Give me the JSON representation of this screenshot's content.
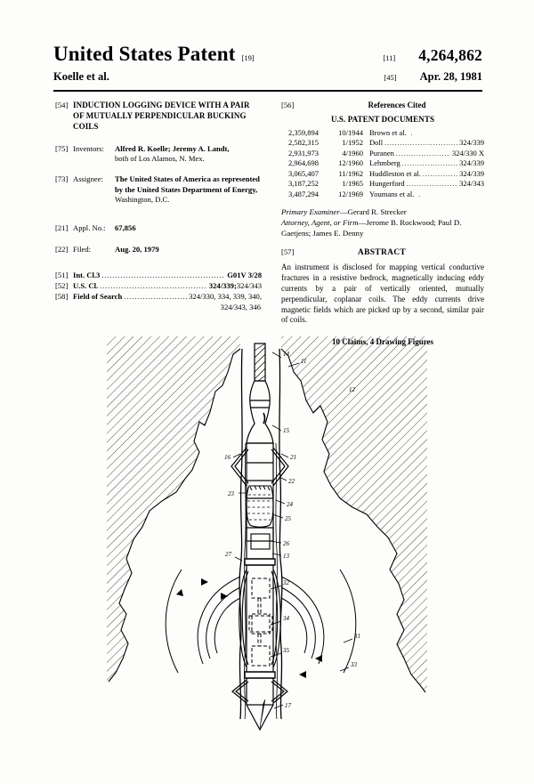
{
  "header": {
    "title": "United States Patent",
    "country_code": "[19]",
    "inventor_line": "Koelle et al.",
    "number_code": "[11]",
    "patent_number": "4,264,862",
    "date_code": "[45]",
    "patent_date": "Apr. 28, 1981"
  },
  "left_column": {
    "title_field": {
      "code": "[54]",
      "text": "INDUCTION LOGGING DEVICE WITH A PAIR OF MUTUALLY PERPENDICULAR BUCKING COILS"
    },
    "inventors": {
      "code": "[75]",
      "label": "Inventors:",
      "names": "Alfred R. Koelle; Jeremy A. Landt,",
      "location": "both of Los Alamos, N. Mex."
    },
    "assignee": {
      "code": "[73]",
      "label": "Assignee:",
      "name_bold": "The United States of America as represented by the United States Department of Energy,",
      "name_rest": " Washington, D.C."
    },
    "appl_no": {
      "code": "[21]",
      "label": "Appl. No.:",
      "value": "67,856"
    },
    "filed": {
      "code": "[22]",
      "label": "Filed:",
      "value": "Aug. 20, 1979"
    },
    "int_cl": {
      "code": "[51]",
      "label": "Int. Cl.3",
      "value": "G01V 3/28"
    },
    "us_cl": {
      "code": "[52]",
      "label": "U.S. Cl.",
      "value": "324/339;",
      "value_extra": " 324/343"
    },
    "field_of_search": {
      "code": "[58]",
      "label": "Field of Search",
      "value": "324/330, 334, 339, 340,",
      "value_cont": "324/343, 346"
    }
  },
  "right_column": {
    "references": {
      "code": "[56]",
      "heading": "References Cited",
      "subheading": "U.S. PATENT DOCUMENTS",
      "rows": [
        {
          "patent_no": "2,359,894",
          "date": "10/1944",
          "name": "Brown et al.",
          "classification": ""
        },
        {
          "patent_no": "2,582,315",
          "date": "1/1952",
          "name": "Doll",
          "classification": "324/339"
        },
        {
          "patent_no": "2,931,973",
          "date": "4/1960",
          "name": "Puranen",
          "classification": "324/330 X"
        },
        {
          "patent_no": "2,964,698",
          "date": "12/1960",
          "name": "Lehmberg",
          "classification": "324/339"
        },
        {
          "patent_no": "3,065,407",
          "date": "11/1962",
          "name": "Huddleston et al.",
          "classification": "324/339"
        },
        {
          "patent_no": "3,187,252",
          "date": "1/1965",
          "name": "Hungerford",
          "classification": "324/343"
        },
        {
          "patent_no": "3,487,294",
          "date": "12/1969",
          "name": "Youmans et al.",
          "classification": ""
        }
      ]
    },
    "primary_examiner_label": "Primary Examiner",
    "primary_examiner_name": "—Gerard R. Strecker",
    "attorney_label": "Attorney, Agent, or Firm",
    "attorney_name": "—Jerome B. Rockwood; Paul D. Gaetjens; James E. Denny",
    "abstract": {
      "code": "[57]",
      "heading": "ABSTRACT",
      "text": "An instrument is disclosed for mapping vertical conductive fractures in a resistive bedrock, magnetically inducing eddy currents by a pair of vertically oriented, mutually perpendicular, coplanar coils. The eddy currents drive magnetic fields which are picked up by a second, similar pair of coils."
    },
    "claims_line": "10 Claims, 4 Drawing Figures"
  },
  "figure": {
    "reference_numerals": [
      {
        "id": "14",
        "meaning": "logging-cable"
      },
      {
        "id": "11",
        "meaning": "borehole-wall"
      },
      {
        "id": "12",
        "meaning": "bedrock-formation"
      },
      {
        "id": "15",
        "meaning": "cable-head"
      },
      {
        "id": "16",
        "meaning": "centralizer-bow-spring-upper"
      },
      {
        "id": "21",
        "meaning": "upper-housing-section"
      },
      {
        "id": "22",
        "meaning": "housing-joint"
      },
      {
        "id": "23",
        "meaning": "housing-body"
      },
      {
        "id": "24",
        "meaning": "housing-section"
      },
      {
        "id": "25",
        "meaning": "electronics-module"
      },
      {
        "id": "26",
        "meaning": "circuit-block"
      },
      {
        "id": "13",
        "meaning": "sonde-instrument"
      },
      {
        "id": "27",
        "meaning": "coil-section-boundary"
      },
      {
        "id": "32",
        "meaning": "upper-coil-pair"
      },
      {
        "id": "34",
        "meaning": "middle-coil-pair"
      },
      {
        "id": "35",
        "meaning": "lower-coil-pair"
      },
      {
        "id": "31",
        "meaning": "magnetic-field-lines"
      },
      {
        "id": "33",
        "meaning": "eddy-current-field"
      },
      {
        "id": "17",
        "meaning": "conical-nose-tip"
      }
    ]
  }
}
